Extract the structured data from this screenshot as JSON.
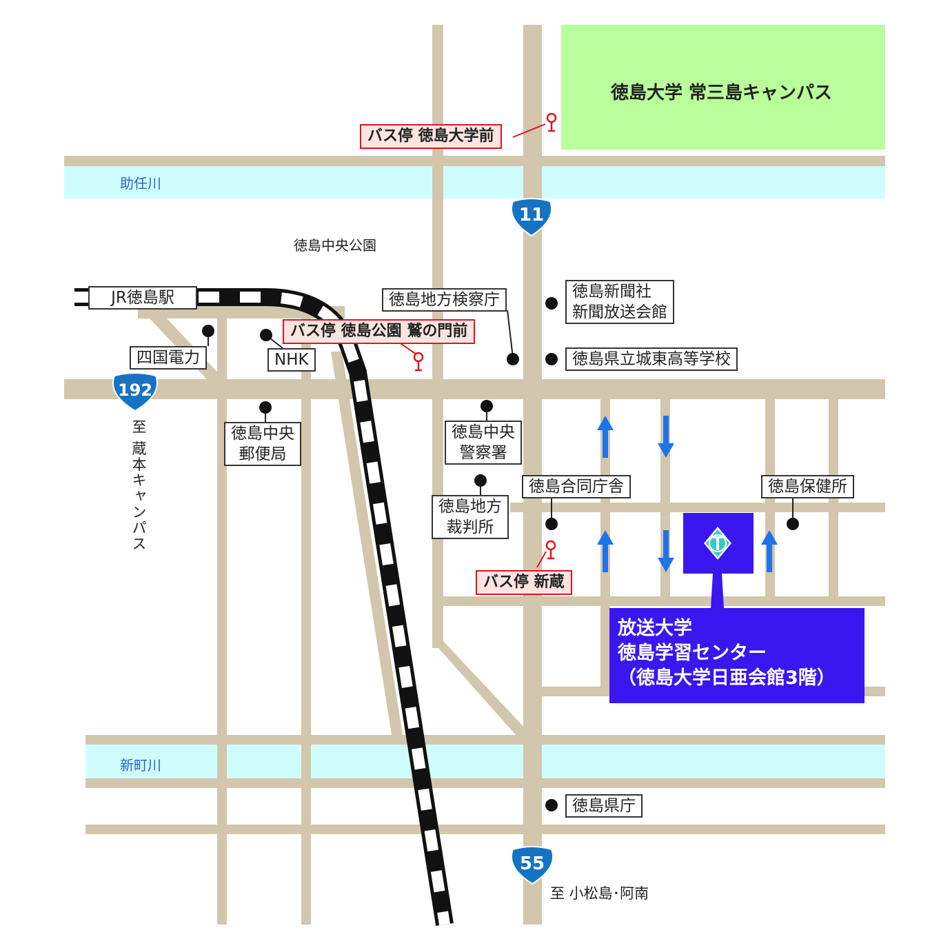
{
  "campus": {
    "name": "徳島大学 常三島キャンパス",
    "color": "#b9fe9a"
  },
  "rivers": {
    "suke": "助任川",
    "shinmachi": "新町川",
    "color": "#cffdfd"
  },
  "park": "徳島中央公園",
  "routes": {
    "r11": "11",
    "r192": "192",
    "r55": "55",
    "shield_color": "#1673c3"
  },
  "destinations": {
    "kuramoto": "至 蔵本キャンパス",
    "south": "至 小松島･阿南"
  },
  "station": "JR徳島駅",
  "bus_stops": {
    "daigaku_mae": "バス停 徳島大学前",
    "koen": "バス停 徳島公園 鷲の門前",
    "shinkura": "バス停 新蔵",
    "color": "#e0141e"
  },
  "landmarks": {
    "yonden": "四国電力",
    "nhk": "NHK",
    "kensatsu": "徳島地方検察庁",
    "shimbun_1": "徳島新聞社",
    "shimbun_2": "新聞放送会館",
    "joto": "徳島県立城東高等学校",
    "post_1": "徳島中央",
    "post_2": "郵便局",
    "police_1": "徳島中央",
    "police_2": "警察署",
    "court_1": "徳島地方",
    "court_2": "裁判所",
    "godo": "徳島合同庁舎",
    "hokenjo": "徳島保健所",
    "kencho": "徳島県庁"
  },
  "learning_center": {
    "line1": "放送大学",
    "line2": "徳島学習センター",
    "line3": "（徳島大学日亜会館3階）",
    "color": "#3a16f0",
    "logo": "open-university-logo-icon"
  },
  "road_color": "#d2c6ad",
  "arrow_color": "#1e73e8"
}
